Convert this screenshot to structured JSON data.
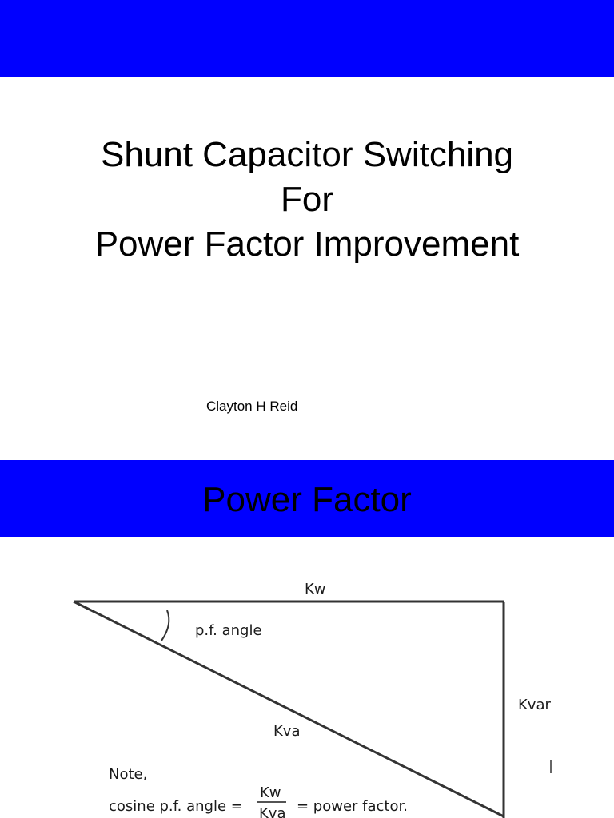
{
  "colors": {
    "band": "#0000ff",
    "background": "#ffffff",
    "text": "#000000",
    "line": "#333333"
  },
  "slide1": {
    "title_lines": [
      "Shunt Capacitor Switching",
      "For",
      "Power Factor Improvement"
    ],
    "author": "Clayton H Reid"
  },
  "slide2": {
    "title": "Power Factor",
    "diagram": {
      "kw_label": "Kw",
      "angle_label": "p.f. angle",
      "kva_label": "Kva",
      "kvar_label": "Kvar",
      "note_label": "Note,",
      "formula_prefix": "cosine p.f. angle =",
      "fraction_numerator": "Kw",
      "fraction_denominator": "Kva",
      "formula_suffix": "= power factor."
    }
  }
}
